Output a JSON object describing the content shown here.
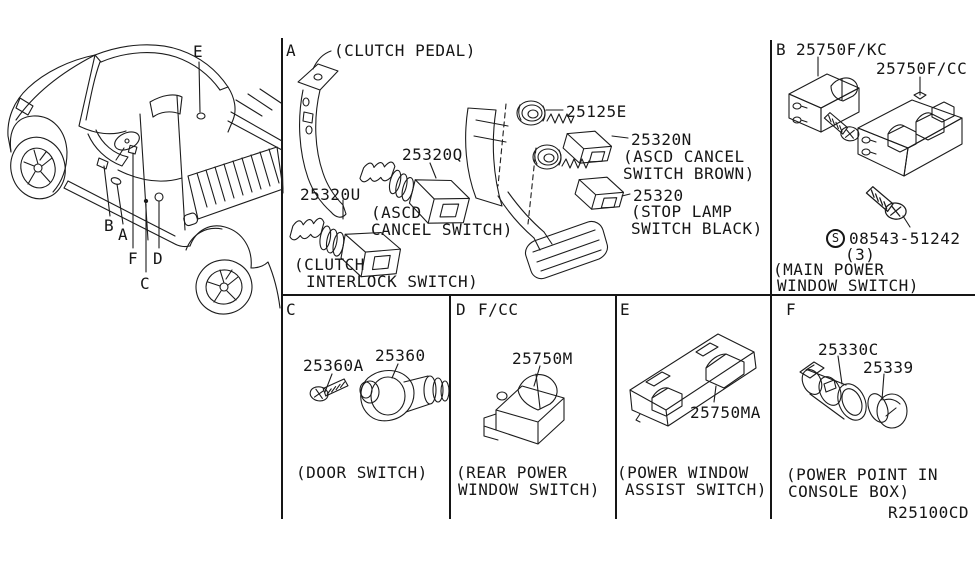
{
  "ref_code": "R25100CD",
  "vehicle": {
    "callout_e": "E",
    "callout_b": "B",
    "callout_a": "A",
    "callout_f": "F",
    "callout_d": "D",
    "callout_c": "C"
  },
  "section_a": {
    "label": "A",
    "pedal_note": "(CLUTCH PEDAL)",
    "part_q": "25320Q",
    "note_q1": "(ASCD",
    "note_q2": "CANCEL SWITCH)",
    "part_u": "25320U",
    "note_u1": "(CLUTCH",
    "note_u2": "INTERLOCK SWITCH)",
    "part_e": "25125E",
    "part_n": "25320N",
    "note_n1": "(ASCD CANCEL",
    "note_n2": "SWITCH BROWN)",
    "part_s": "25320",
    "note_s1": "(STOP LAMP",
    "note_s2": "SWITCH BLACK)"
  },
  "section_b": {
    "label": "B",
    "part_kc": "25750F/KC",
    "part_cc": "25750F/CC",
    "screw_symbol": "S",
    "screw_part": "08543-51242",
    "screw_qty": "(3)",
    "note1": "(MAIN POWER",
    "note2": "WINDOW SWITCH)"
  },
  "section_c": {
    "label": "C",
    "part_screw": "25360A",
    "part": "25360",
    "note": "(DOOR SWITCH)"
  },
  "section_d": {
    "label": "D",
    "variant": "F/CC",
    "part": "25750M",
    "note1": "(REAR POWER",
    "note2": "WINDOW SWITCH)"
  },
  "section_e": {
    "label": "E",
    "part": "25750MA",
    "note1": "(POWER WINDOW",
    "note2": "ASSIST SWITCH)"
  },
  "section_f": {
    "label": "F",
    "part_socket": "25330C",
    "part_cap": "25339",
    "note1": "(POWER POINT IN",
    "note2": "CONSOLE BOX)"
  }
}
